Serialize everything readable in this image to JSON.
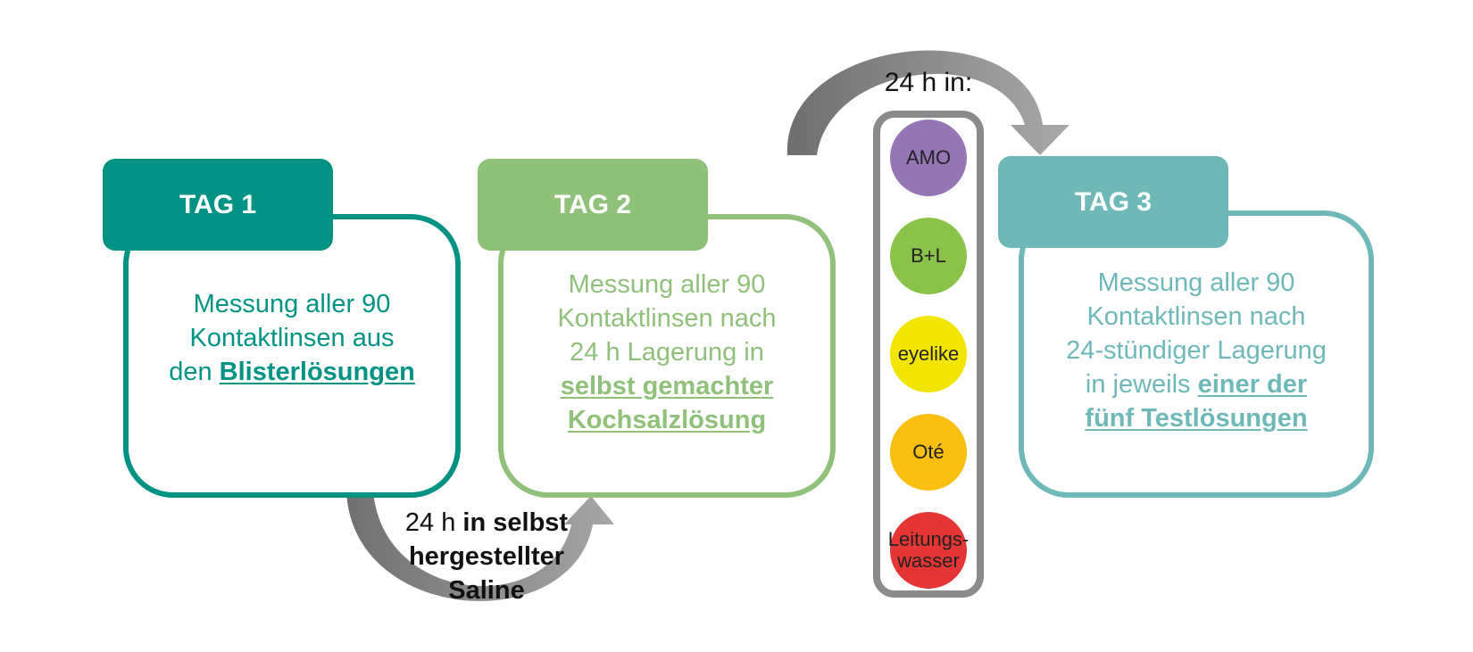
{
  "colors": {
    "tag1": "#009384",
    "tag2": "#8fc17a",
    "tag3": "#6fb8b9",
    "arrow": "#8c8c8c",
    "column_frame": "#8a8a8a"
  },
  "steps": [
    {
      "tab": "TAG 1",
      "text_lines": [
        "Messung aller 90",
        "Kontaktlinsen aus"
      ],
      "last_line_prefix": "den ",
      "last_line_bold": "Blisterlösungen"
    },
    {
      "tab": "TAG 2",
      "text_lines": [
        "Messung aller 90",
        "Kontaktlinsen nach",
        "24 h Lagerung in"
      ],
      "bold_lines": [
        "selbst gemachter",
        "Kochsalzlösung"
      ]
    },
    {
      "tab": "TAG 3",
      "text_lines": [
        "Messung aller 90",
        "Kontaktlinsen nach",
        "24-stündiger Lagerung"
      ],
      "mixed_line_prefix": "in jeweils ",
      "mixed_line_bold": "einer der",
      "bold_lines": [
        "fünf Testlösungen"
      ]
    }
  ],
  "transition_1_2": {
    "line1_prefix": "24 h ",
    "line1_bold": "in selbst",
    "line2": "hergestellter",
    "line3": "Saline"
  },
  "transition_2_3": {
    "label": "24 h in:"
  },
  "solutions": [
    {
      "name": "AMO",
      "color": "#9575b3"
    },
    {
      "name": "B+L",
      "color": "#8bc34a"
    },
    {
      "name": "eyelike",
      "color": "#f2e500"
    },
    {
      "name": "Oté",
      "color": "#fbbf10"
    },
    {
      "name_line1": "Leitungs-",
      "name_line2": "wasser",
      "color": "#e53535"
    }
  ]
}
